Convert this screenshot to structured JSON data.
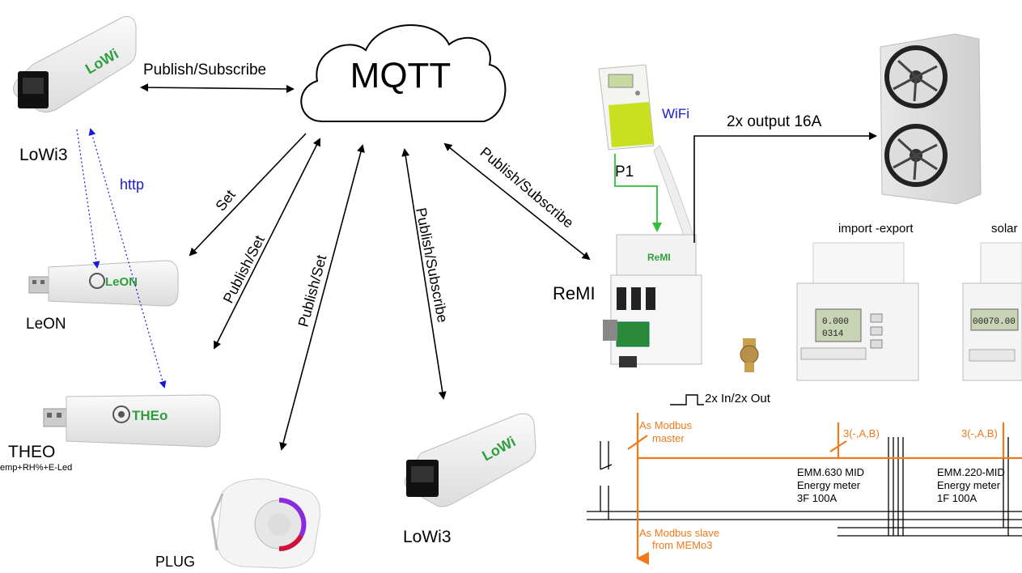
{
  "cloud": {
    "label": "MQTT"
  },
  "devices": {
    "lowi_top": {
      "caption": "LoWi3",
      "brand": "LoWi"
    },
    "leon": {
      "caption": "LeON",
      "brand": "LeON"
    },
    "theo": {
      "caption": "THEO",
      "sub": "emp+RH%+E-Led",
      "brand": "THEo"
    },
    "plug": {
      "caption": "PLUG"
    },
    "lowi_bottom": {
      "caption": "LoWi3",
      "brand": "LoWi"
    },
    "remi": {
      "caption": "ReMI",
      "brand": "ReMI"
    }
  },
  "links": {
    "lowi_mqtt": "Publish/Subscribe",
    "set": "Set",
    "publish_set_1": "Publish/Set",
    "publish_set_2": "Publish/Set",
    "publish_subscribe_down": "Publish/Subscribe",
    "publish_subscribe_remi": "Publish/Subscribe",
    "http": "http",
    "wifi": "WiFi",
    "p1": "P1",
    "output": "2x output 16A",
    "inout": "2x In/2x Out"
  },
  "meters": {
    "import_export": "import -export",
    "solar": "solar",
    "emm630": {
      "line1": "EMM.630 MID",
      "line2": "Energy meter",
      "line3": "3F 100A"
    },
    "emm220": {
      "line1": "EMM.220-MID",
      "line2": "Energy meter",
      "line3": "1F 100A"
    },
    "bus1": "3(-,A,B)",
    "bus2": "3(-,A,B)",
    "lcd1": "0.000",
    "lcd1b": "0314",
    "lcd2": "00070.00"
  },
  "modbus": {
    "master_l1": "As Modbus",
    "master_l2": "master",
    "slave_l1": "As Modbus slave",
    "slave_l2": "from MEMo3"
  },
  "colors": {
    "orange": "#f07a1a",
    "green": "#2f9e3e",
    "blue": "#1a1ad6",
    "pulse_green": "#2fbf3a"
  }
}
